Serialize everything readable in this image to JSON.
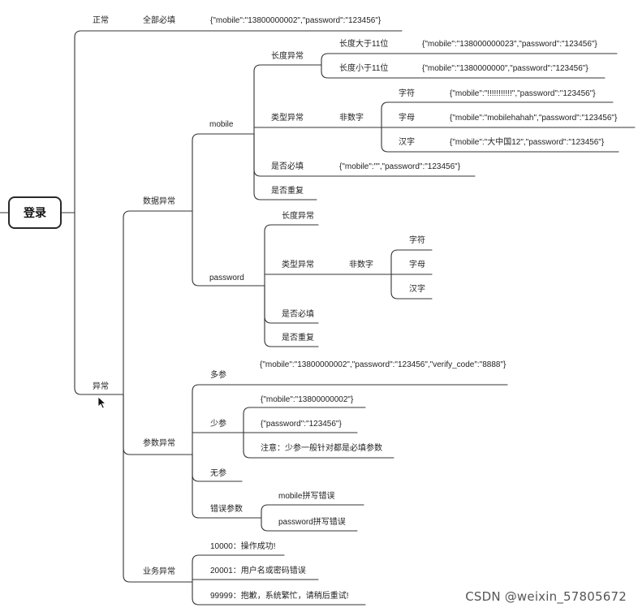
{
  "root": "登录",
  "nodes": {
    "normal": "正常",
    "all_required": "全部必填",
    "all_required_json": "{\"mobile\":\"13800000002\",\"password\":\"123456\"}",
    "abnormal": "异常",
    "data_abnormal": "数据异常",
    "mobile": "mobile",
    "m_length": "长度异常",
    "m_len_gt": "长度大于11位",
    "m_len_gt_json": "{\"mobile\":\"138000000023\",\"password\":\"123456\"}",
    "m_len_lt": "长度小于11位",
    "m_len_lt_json": "{\"mobile\":\"1380000000\",\"password\":\"123456\"}",
    "m_type": "类型异常",
    "m_nonnum": "非数字",
    "m_char": "字符",
    "m_char_json": "{\"mobile\":\"!!!!!!!!!!!\",\"password\":\"123456\"}",
    "m_letter": "字母",
    "m_letter_json": "{\"mobile\":\"mobilehahah\",\"password\":\"123456\"}",
    "m_hanzi": "汉字",
    "m_hanzi_json": "{\"mobile\":\"大中国12\",\"password\":\"123456\"}",
    "m_required": "是否必填",
    "m_required_json": "{\"mobile\":\"\",\"password\":\"123456\"}",
    "m_repeat": "是否重复",
    "password": "password",
    "p_length": "长度异常",
    "p_type": "类型异常",
    "p_nonnum": "非数字",
    "p_char": "字符",
    "p_letter": "字母",
    "p_hanzi": "汉字",
    "p_required": "是否必填",
    "p_repeat": "是否重复",
    "param_abnormal": "参数异常",
    "more_param": "多参",
    "more_param_json": "{\"mobile\":\"13800000002\",\"password\":\"123456\",\"verify_code\":\"8888\"}",
    "less_param": "少参",
    "less_mobile_json": "{\"mobile\":\"13800000002\"}",
    "less_password_json": "{\"password\":\"123456\"}",
    "less_note": "注意：少参一般针对都是必填参数",
    "no_param": "无参",
    "wrong_param": "错误参数",
    "wrong_mobile": "mobile拼写错误",
    "wrong_password": "password拼写错误",
    "biz_abnormal": "业务异常",
    "biz_10000": "10000：操作成功!",
    "biz_20001": "20001：用户名或密码错误",
    "biz_99999": "99999：抱歉，系统繁忙，请稍后重试!"
  },
  "watermark": "CSDN @weixin_57805672",
  "icons": {
    "cursor": "mouse-pointer-icon"
  }
}
